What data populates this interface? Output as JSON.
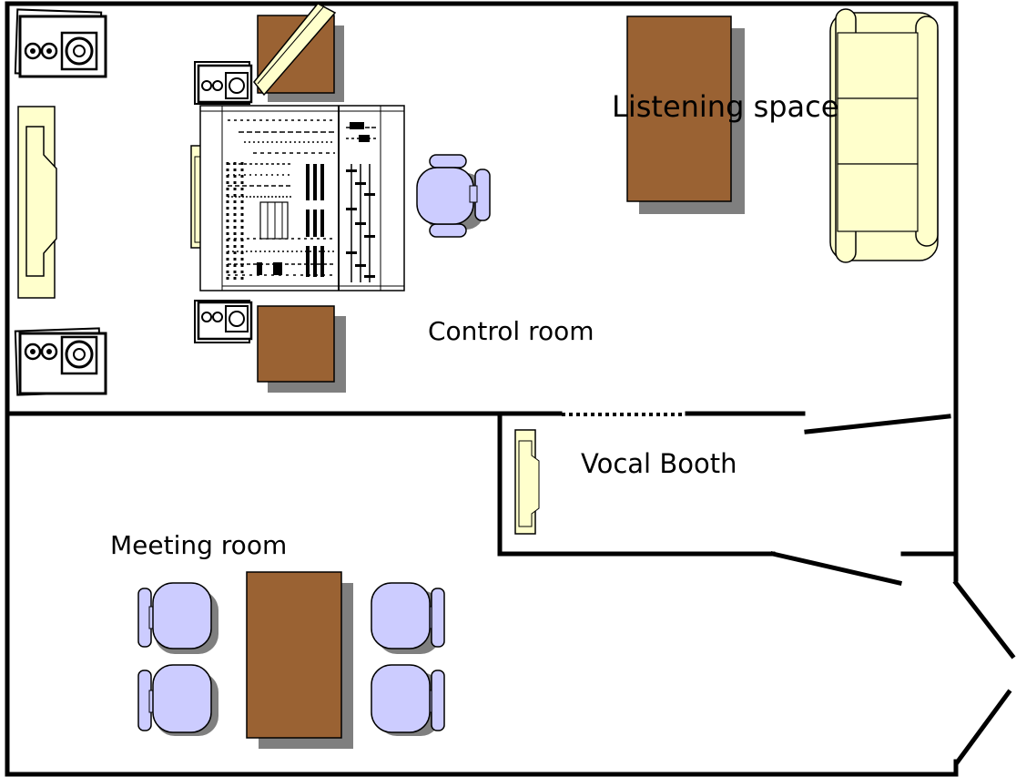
{
  "rooms": {
    "control_room": "Control room",
    "listening_space": "Listening space",
    "vocal_booth": "Vocal Booth",
    "meeting_room": "Meeting room"
  },
  "colors": {
    "wall": "#000000",
    "wood": "#9a6233",
    "shadow": "#7f7f7f",
    "cream": "#ffffcc",
    "chair": "#ccccff",
    "background": "#ffffff"
  },
  "icons": [
    "speaker-icon",
    "monitor-speaker-icon",
    "mixing-console-icon",
    "chair-icon",
    "sofa-icon",
    "keyboard-icon",
    "table-icon",
    "door-icon"
  ]
}
